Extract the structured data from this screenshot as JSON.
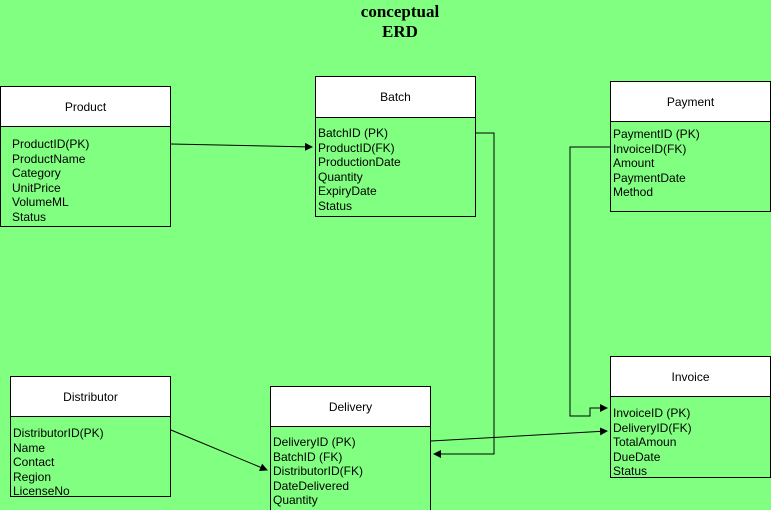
{
  "title_line1": "conceptual",
  "title_line2": "ERD",
  "entities": {
    "product": {
      "name": "Product",
      "attributes": [
        "ProductID(PK)",
        "ProductName",
        "Category",
        "UnitPrice",
        "VolumeML",
        "Status"
      ]
    },
    "batch": {
      "name": "Batch",
      "attributes": [
        "BatchID (PK)",
        "ProductID(FK)",
        "ProductionDate",
        "Quantity",
        "ExpiryDate",
        "Status"
      ]
    },
    "payment": {
      "name": "Payment",
      "attributes": [
        "PaymentID (PK)",
        "InvoiceID(FK)",
        "Amount",
        "PaymentDate",
        "Method"
      ]
    },
    "distributor": {
      "name": "Distributor",
      "attributes": [
        "DistributorID(PK)",
        "Name",
        "Contact",
        "Region",
        "LicenseNo"
      ]
    },
    "delivery": {
      "name": "Delivery",
      "attributes": [
        "DeliveryID (PK)",
        "BatchID (FK)",
        "DistributorID(FK)",
        "DateDelivered",
        "Quantity"
      ]
    },
    "invoice": {
      "name": "Invoice",
      "attributes": [
        "InvoiceID (PK)",
        "DeliveryID(FK)",
        "TotalAmoun",
        "DueDate",
        "Status"
      ]
    }
  },
  "colors": {
    "background": "#80FF80",
    "header": "#FFFFFF",
    "line": "#000000"
  }
}
